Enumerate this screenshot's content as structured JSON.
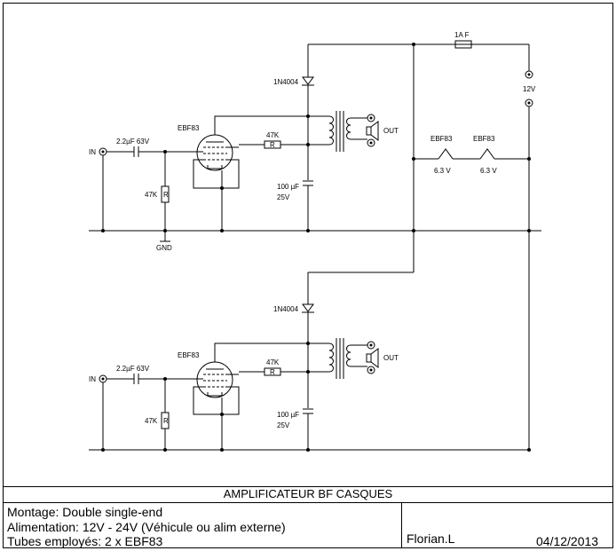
{
  "schematic": {
    "fuse": "1A F",
    "supply_voltage": "12V",
    "heaters": [
      {
        "tube": "EBF83",
        "voltage": "6.3 V"
      },
      {
        "tube": "EBF83",
        "voltage": "6.3 V"
      }
    ],
    "channels": [
      {
        "input": "IN",
        "coupling_cap": "2.2µF 63V",
        "grid_resistor": "47K",
        "grid_resistor_symbol": "R",
        "tube": "EBF83",
        "diode": "1N4004",
        "anode_resistor": "47K",
        "anode_resistor_symbol": "R",
        "cap_value": "100 µF",
        "cap_voltage": "25V",
        "output": "OUT",
        "ground": "GND"
      },
      {
        "input": "IN",
        "coupling_cap": "2.2µF 63V",
        "grid_resistor": "47K",
        "grid_resistor_symbol": "R",
        "tube": "EBF83",
        "diode": "1N4004",
        "anode_resistor": "47K",
        "anode_resistor_symbol": "R",
        "cap_value": "100 µF",
        "cap_voltage": "25V",
        "output": "OUT"
      }
    ]
  },
  "title_block": {
    "title": "AMPLIFICATEUR BF CASQUES",
    "line1": "Montage: Double single-end",
    "line2": "Alimentation: 12V - 24V (Véhicule ou alim externe)",
    "line3": "Tubes employés: 2 x EBF83",
    "author": "Florian.L",
    "date": "04/12/2013"
  }
}
